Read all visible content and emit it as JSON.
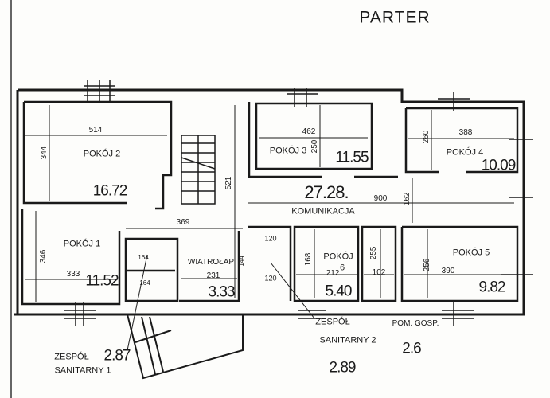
{
  "title": "PARTER",
  "rooms": {
    "pokoj2": {
      "label": "POKÓJ 2",
      "width": "514",
      "depth": "344",
      "area": "16.72"
    },
    "pokoj3": {
      "label": "POKÓJ 3",
      "width": "462",
      "depth": "250",
      "area": "11.55"
    },
    "pokoj4": {
      "label": "POKÓJ 4",
      "width": "388",
      "depth": "260",
      "area": "10.09"
    },
    "komunikacja": {
      "label": "KOMUNIKACJA",
      "length": "900",
      "width": "162",
      "area": "27.28.",
      "dim_a": "369",
      "dim_b": "521"
    },
    "pokoj1": {
      "label": "POKÓJ 1",
      "width": "333",
      "depth": "346",
      "area": "11.52"
    },
    "sanitarny1": {
      "label1": "ZESPÓŁ",
      "label2": "SANITARNY 1",
      "area": "2.87",
      "dim_a": "164",
      "dim_b": "164"
    },
    "wiatrolap": {
      "label": "WIATROŁAP",
      "width": "231",
      "depth": "144",
      "area": "3.33"
    },
    "sanitarny2": {
      "label1": "ZESPÓŁ",
      "label2": "SANITARNY 2",
      "area": "2.89",
      "dim_a": "120",
      "dim_b": "120"
    },
    "pokoj6": {
      "label1": "POKÓJ",
      "label2": "6",
      "width": "212",
      "depth": "168",
      "area": "5.40"
    },
    "gosp": {
      "label": "POM. GOSP.",
      "width": "102",
      "depth": "255",
      "area": "2.6"
    },
    "pokoj5": {
      "label": "POKÓJ 5",
      "width": "390",
      "depth": "256",
      "area": "9.82"
    }
  }
}
